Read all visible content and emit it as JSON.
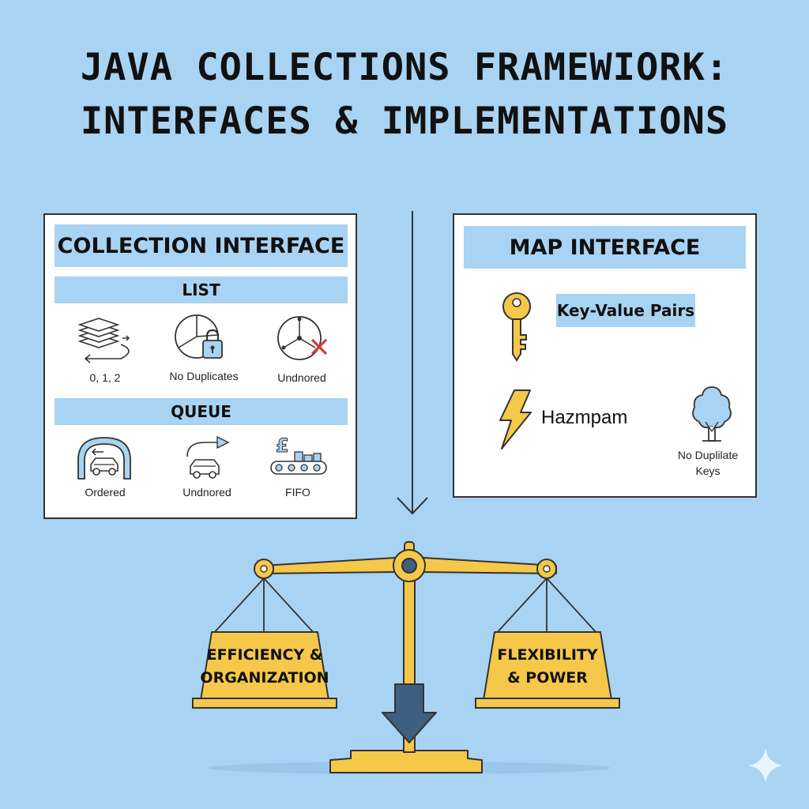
{
  "title": {
    "line1": "JAVA COLLECTIONS FRAMEWIORK:",
    "line2": "INTERFACES & IMPLEMENTATIONS"
  },
  "collection_panel": {
    "heading": "COLLECTION INTERFACE",
    "list": {
      "heading": "LIST",
      "items": [
        {
          "label": "0, 1, 2",
          "icon": "stacked-layers-icon"
        },
        {
          "label": "No Duplicates",
          "icon": "pie-lock-icon"
        },
        {
          "label": "Undnored",
          "icon": "circle-cross-icon"
        }
      ]
    },
    "queue": {
      "heading": "QUEUE",
      "items": [
        {
          "label": "Ordered",
          "icon": "tunnel-car-icon"
        },
        {
          "label": "Undnored",
          "icon": "car-arrow-icon"
        },
        {
          "label": "FIFO",
          "icon": "conveyor-pound-icon"
        }
      ]
    }
  },
  "map_panel": {
    "heading": "MAP INTERFACE",
    "key_value_label": "Key-Value Pairs",
    "hashmap_label": "Hazmpam",
    "no_duplicate_line1": "No Duplilate",
    "no_duplicate_line2": "Keys",
    "icons": [
      "key-icon",
      "lightning-icon",
      "tree-icon"
    ]
  },
  "scale": {
    "left_line1": "EFFICIENCY &",
    "left_line2": "ORGANIZATION",
    "right_line1": "FLEXIBILITY",
    "right_line2": "& POWER"
  },
  "colors": {
    "background": "#a9d3f2",
    "accent_yellow": "#f5c84a",
    "navy": "#3d5f80",
    "cross_red": "#d23b3b"
  }
}
